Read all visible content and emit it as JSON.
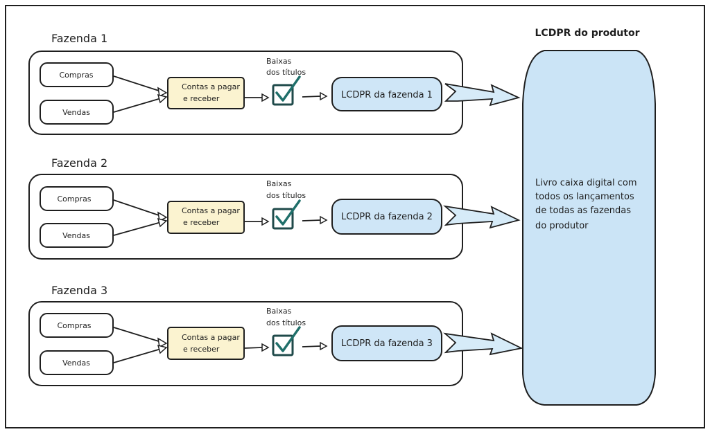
{
  "diagram": {
    "title": "LCDPR do produtor",
    "colors": {
      "stroke": "#1e1e1e",
      "contas_fill": "#fbf3d0",
      "lcdpr_fill": "#cfe6f7",
      "producer_fill": "#cbe4f6",
      "arrow_fill": "#d6ebf8",
      "checkbox_stroke": "#1f4a4a",
      "check_mark": "#1f6f6a"
    },
    "producer_book": {
      "description_lines": [
        "Livro caixa digital com",
        "todos os lançamentos",
        "de todas as fazendas",
        "do produtor"
      ]
    },
    "farms": [
      {
        "name": "Fazenda 1",
        "compras": "Compras",
        "vendas": "Vendas",
        "contas_lines": [
          "Contas a pagar",
          "e receber"
        ],
        "baixas_lines": [
          "Baixas",
          "dos títulos"
        ],
        "lcdpr": "LCDPR da fazenda 1"
      },
      {
        "name": "Fazenda 2",
        "compras": "Compras",
        "vendas": "Vendas",
        "contas_lines": [
          "Contas a pagar",
          "e receber"
        ],
        "baixas_lines": [
          "Baixas",
          "dos títulos"
        ],
        "lcdpr": "LCDPR da fazenda 2"
      },
      {
        "name": "Fazenda 3",
        "compras": "Compras",
        "vendas": "Vendas",
        "contas_lines": [
          "Contas a pagar",
          "e receber"
        ],
        "baixas_lines": [
          "Baixas",
          "dos títulos"
        ],
        "lcdpr": "LCDPR da fazenda 3"
      }
    ]
  }
}
